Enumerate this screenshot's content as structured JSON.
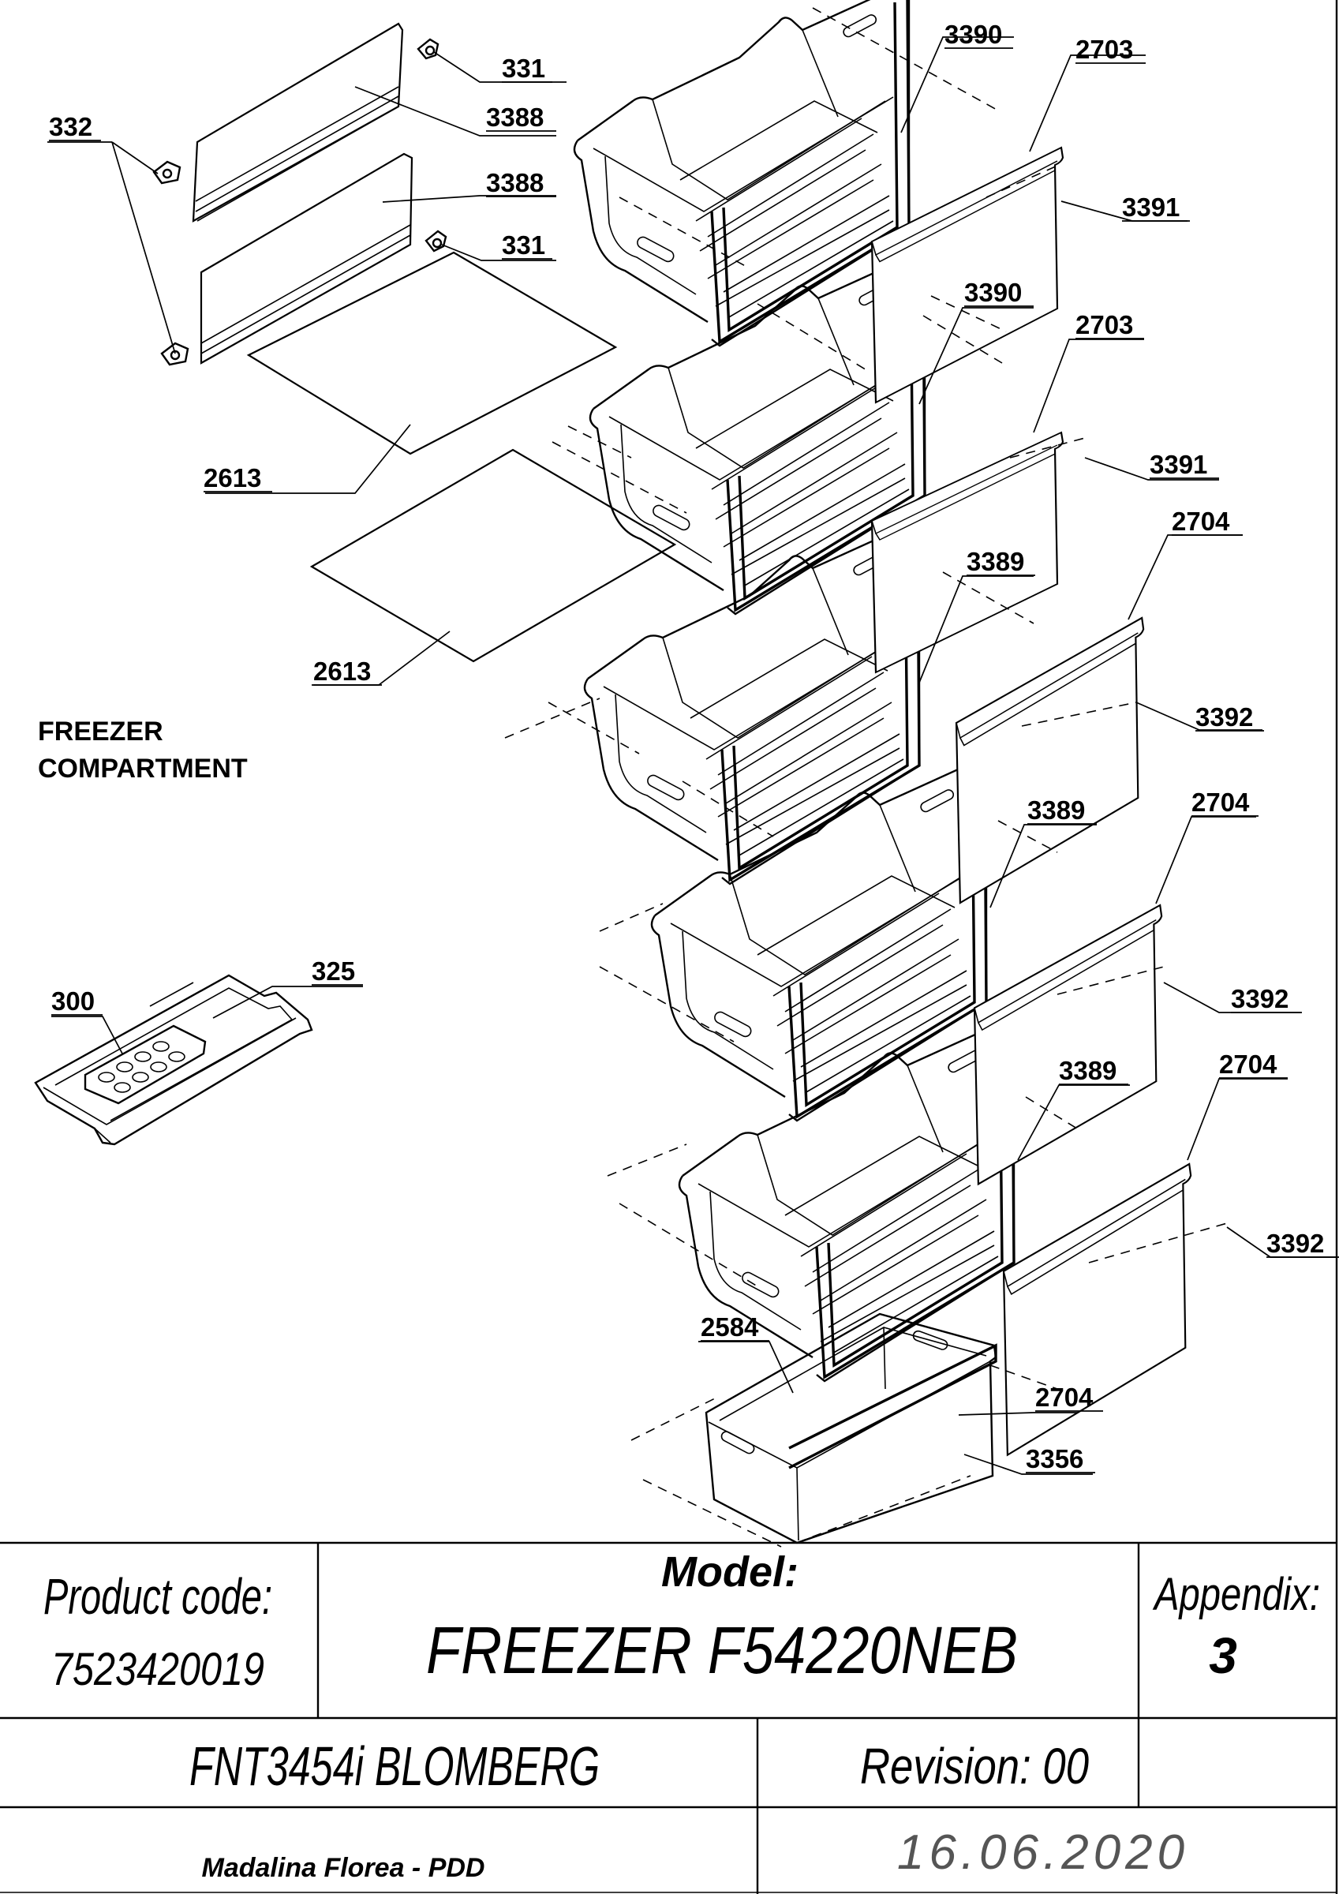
{
  "labels": {
    "c331a": "331",
    "c3388a": "3388",
    "c332": "332",
    "c3388b": "3388",
    "c331b": "331",
    "c2613a": "2613",
    "c2613b": "2613",
    "c3390a": "3390",
    "c2703a": "2703",
    "c3391a": "3391",
    "c3390b": "3390",
    "c2703b": "2703",
    "c3391b": "3391",
    "c3389a": "3389",
    "c2704a": "2704",
    "c3392a": "3392",
    "c3389b": "3389",
    "c2704b": "2704",
    "c3392b": "3392",
    "c3389c": "3389",
    "c2704c": "2704",
    "c3392c": "3392",
    "c2584": "2584",
    "c2704d": "2704",
    "c3356": "3356",
    "c325": "325",
    "c300": "300"
  },
  "section": {
    "line1": "FREEZER",
    "line2": "COMPARTMENT"
  },
  "title_block": {
    "product_code_label": "Product code:",
    "product_code": "7523420019",
    "model_label": "Model:",
    "model": "FREEZER F54220NEB",
    "appendix_label": "Appendix:",
    "appendix": "3",
    "brand_model": "FNT3454i BLOMBERG",
    "revision": "Revision: 00",
    "author": "Madalina Florea - PDD",
    "date": "16.06.2020"
  }
}
